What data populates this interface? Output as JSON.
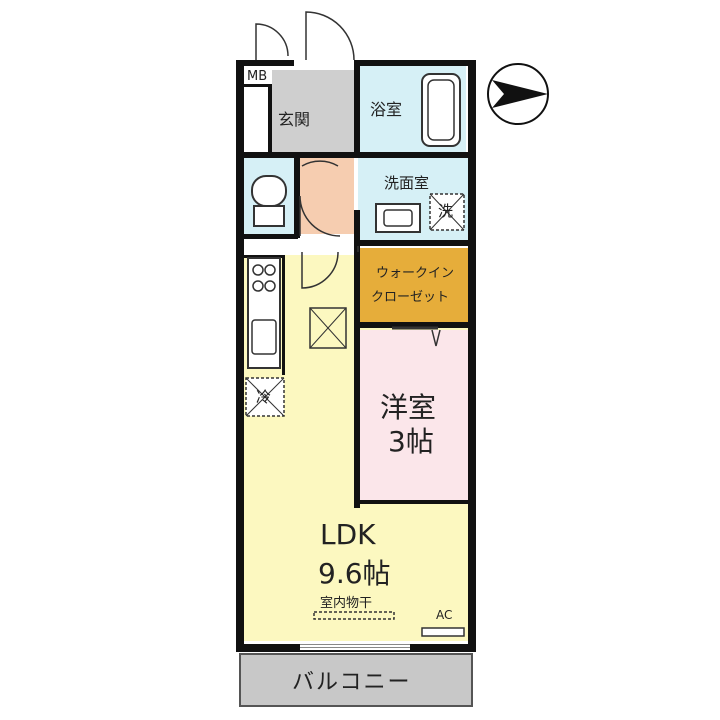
{
  "rooms": {
    "mb": "MB",
    "genkan": "玄関",
    "bath": "浴室",
    "washroom": "洗面室",
    "wic_line1": "ウォークイン",
    "wic_line2": "クローゼット",
    "western_name": "洋室",
    "western_size": "3帖",
    "ldk_name": "LDK",
    "ldk_size": "9.6帖",
    "indoor_dry": "室内物干",
    "ac": "AC",
    "balcony": "バルコニー"
  },
  "symbols": {
    "washer": "洗",
    "fridge": "冷"
  },
  "colors": {
    "ldk": "#fcf8c0",
    "western": "#fbe6ea",
    "wic": "#e6ad3a",
    "bath": "#d6f0f6",
    "washroom": "#d6f0f6",
    "toilet": "#d6f0f6",
    "genkan": "#cfcfcf",
    "hall": "#f6cdb0",
    "balcony": "#c8c8c8",
    "wall": "#111111"
  }
}
